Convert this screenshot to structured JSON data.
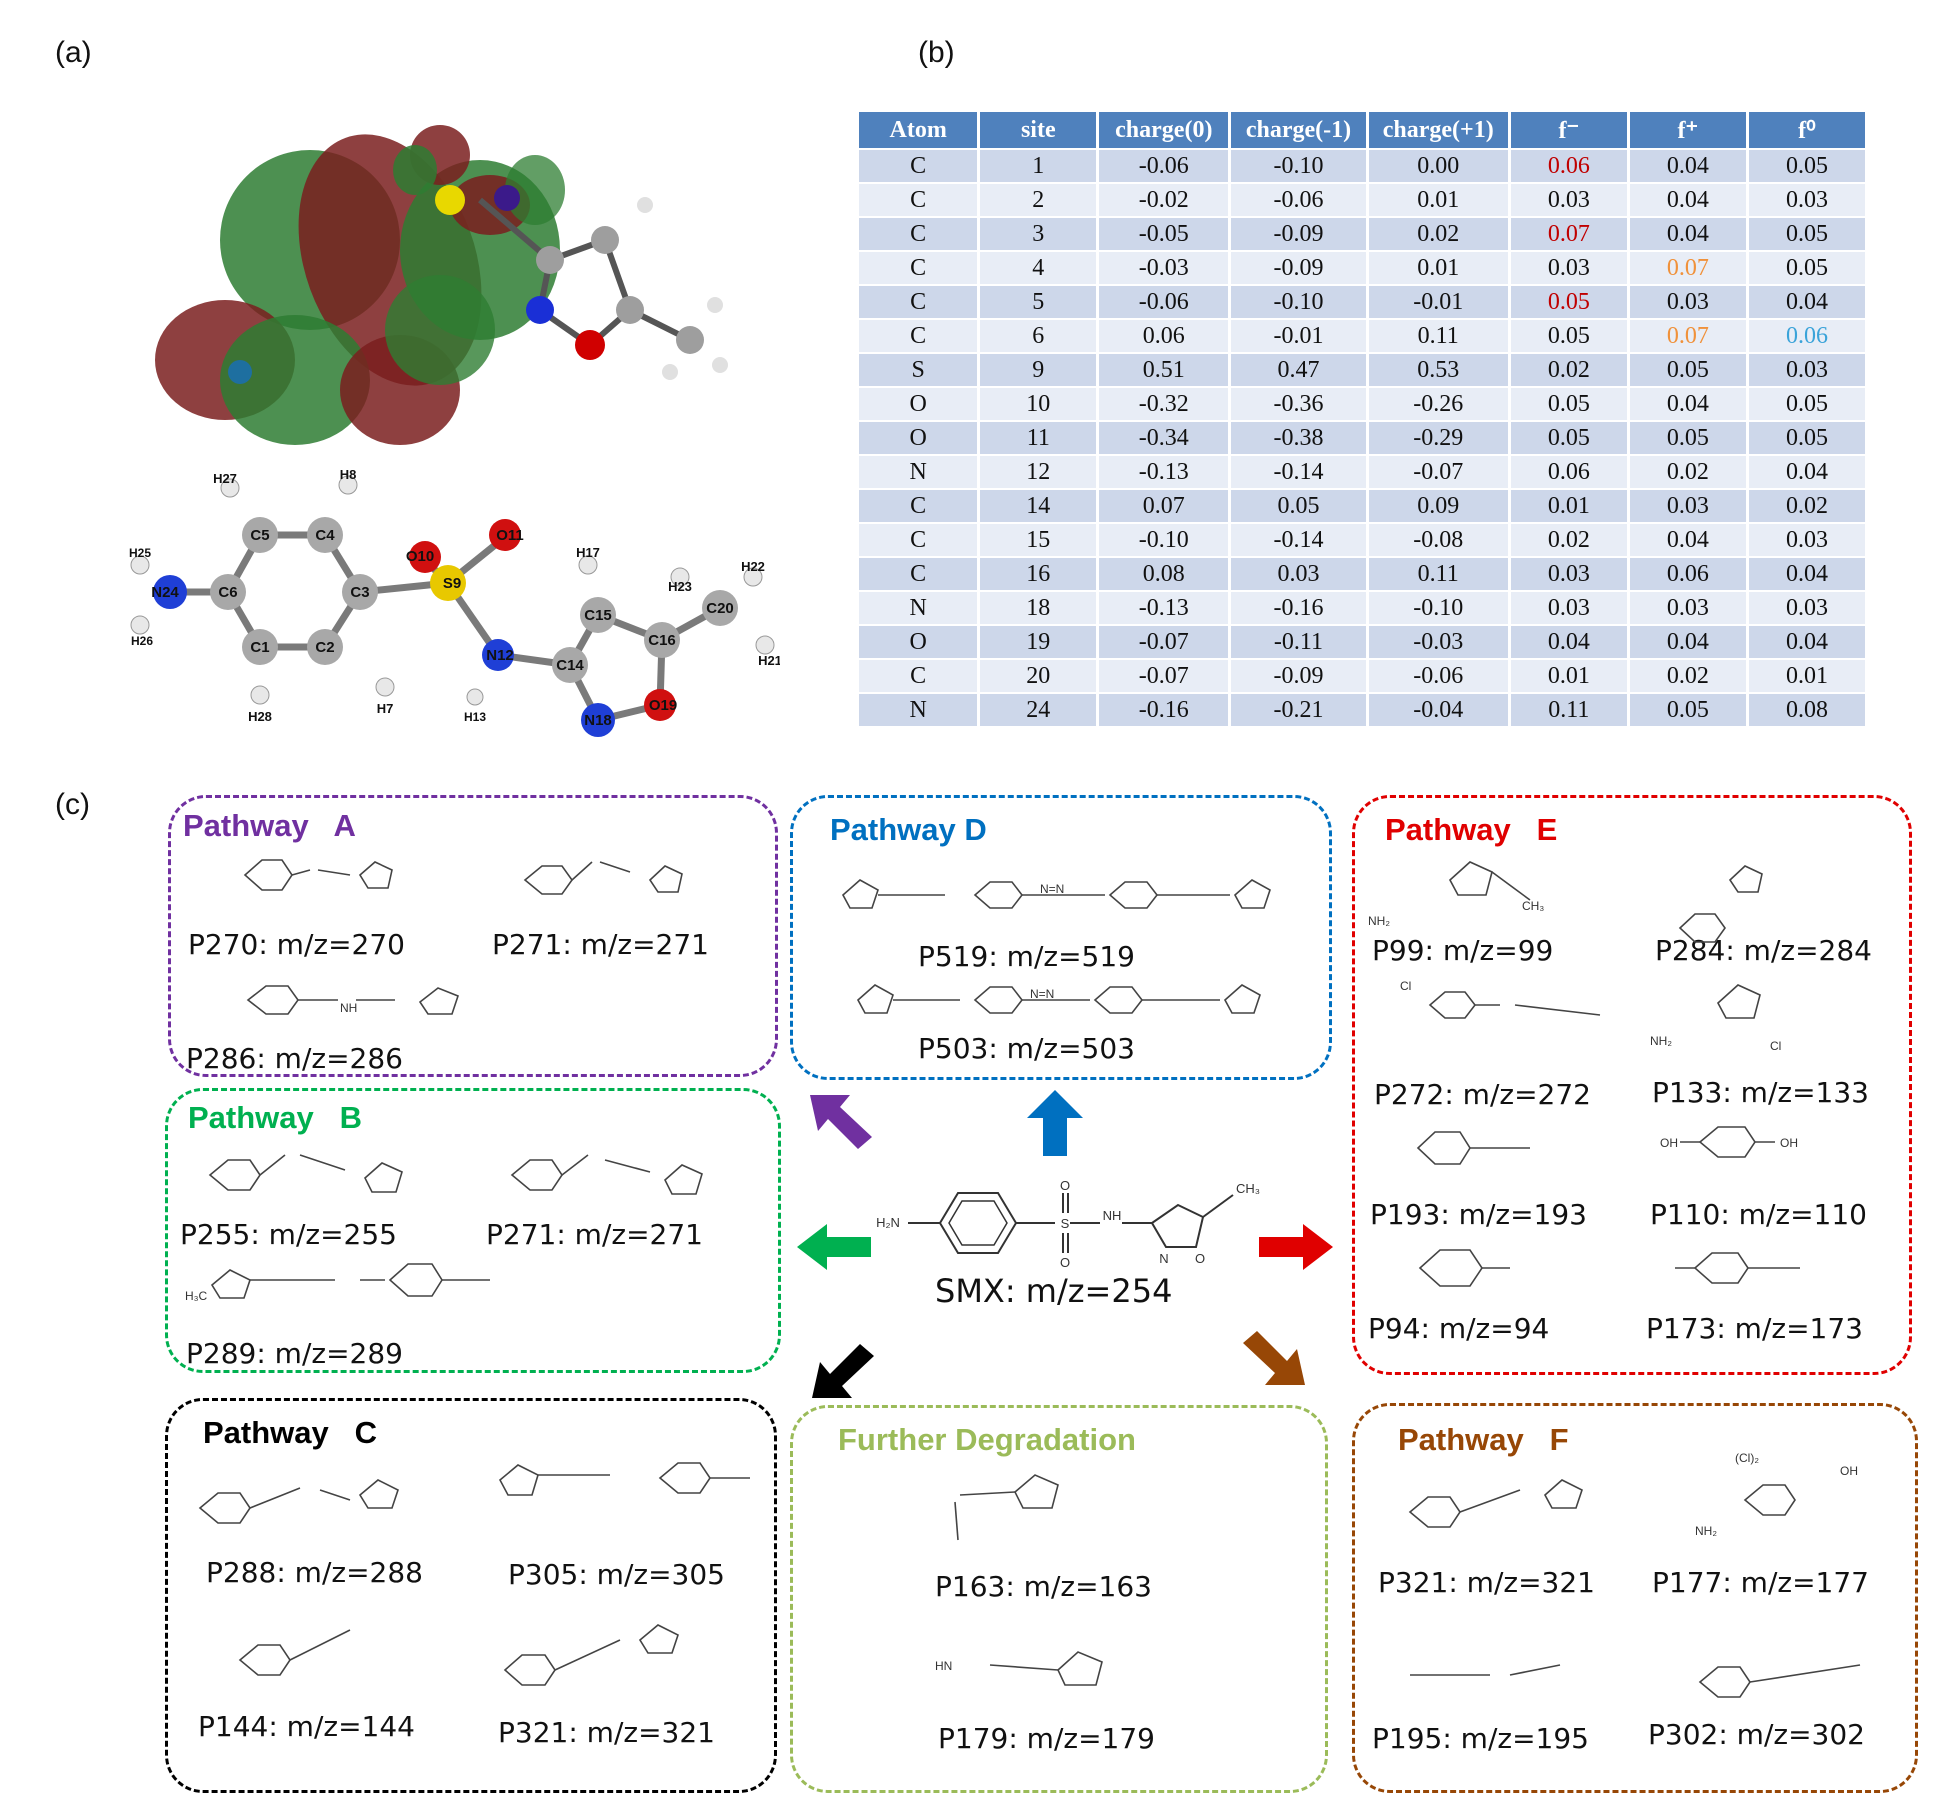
{
  "panels": {
    "a": "(a)",
    "b": "(b)",
    "c": "(c)"
  },
  "molecule_3d": {
    "atoms": [
      "H27",
      "H8",
      "C5",
      "C4",
      "H25",
      "N24",
      "C6",
      "C3",
      "S9",
      "O10",
      "O11",
      "H26",
      "C1",
      "C2",
      "H28",
      "H7",
      "N12",
      "H13",
      "H17",
      "C15",
      "C14",
      "C16",
      "H23",
      "H22",
      "C20",
      "H21",
      "N18",
      "O19"
    ],
    "orbital_colors": {
      "positive": "#7a1f1f",
      "negative": "#2e7d32"
    }
  },
  "table": {
    "headers": [
      "Atom",
      "site",
      "charge(0)",
      "charge(-1)",
      "charge(+1)",
      "f⁻",
      "f⁺",
      "f⁰"
    ],
    "rows": [
      [
        "C",
        "1",
        "-0.06",
        "-0.10",
        "0.00",
        "0.06",
        "0.04",
        "0.05"
      ],
      [
        "C",
        "2",
        "-0.02",
        "-0.06",
        "0.01",
        "0.03",
        "0.04",
        "0.03"
      ],
      [
        "C",
        "3",
        "-0.05",
        "-0.09",
        "0.02",
        "0.07",
        "0.04",
        "0.05"
      ],
      [
        "C",
        "4",
        "-0.03",
        "-0.09",
        "0.01",
        "0.03",
        "0.07",
        "0.05"
      ],
      [
        "C",
        "5",
        "-0.06",
        "-0.10",
        "-0.01",
        "0.05",
        "0.03",
        "0.04"
      ],
      [
        "C",
        "6",
        "0.06",
        "-0.01",
        "0.11",
        "0.05",
        "0.07",
        "0.06"
      ],
      [
        "S",
        "9",
        "0.51",
        "0.47",
        "0.53",
        "0.02",
        "0.05",
        "0.03"
      ],
      [
        "O",
        "10",
        "-0.32",
        "-0.36",
        "-0.26",
        "0.05",
        "0.04",
        "0.05"
      ],
      [
        "O",
        "11",
        "-0.34",
        "-0.38",
        "-0.29",
        "0.05",
        "0.05",
        "0.05"
      ],
      [
        "N",
        "12",
        "-0.13",
        "-0.14",
        "-0.07",
        "0.06",
        "0.02",
        "0.04"
      ],
      [
        "C",
        "14",
        "0.07",
        "0.05",
        "0.09",
        "0.01",
        "0.03",
        "0.02"
      ],
      [
        "C",
        "15",
        "-0.10",
        "-0.14",
        "-0.08",
        "0.02",
        "0.04",
        "0.03"
      ],
      [
        "C",
        "16",
        "0.08",
        "0.03",
        "0.11",
        "0.03",
        "0.06",
        "0.04"
      ],
      [
        "N",
        "18",
        "-0.13",
        "-0.16",
        "-0.10",
        "0.03",
        "0.03",
        "0.03"
      ],
      [
        "O",
        "19",
        "-0.07",
        "-0.11",
        "-0.03",
        "0.04",
        "0.04",
        "0.04"
      ],
      [
        "C",
        "20",
        "-0.07",
        "-0.09",
        "-0.06",
        "0.01",
        "0.02",
        "0.01"
      ],
      [
        "N",
        "24",
        "-0.16",
        "-0.21",
        "-0.04",
        "0.11",
        "0.05",
        "0.08"
      ]
    ],
    "highlights": [
      {
        "row": 0,
        "col": 5,
        "color": "#c00000"
      },
      {
        "row": 2,
        "col": 5,
        "color": "#c00000"
      },
      {
        "row": 3,
        "col": 6,
        "color": "#f0913a"
      },
      {
        "row": 4,
        "col": 5,
        "color": "#c00000"
      },
      {
        "row": 5,
        "col": 6,
        "color": "#f0913a"
      },
      {
        "row": 5,
        "col": 7,
        "color": "#3aa3d9"
      }
    ]
  },
  "pathways": {
    "A": {
      "title": "Pathway   A",
      "color": "#7030a0",
      "products": [
        "P270: m/z=270",
        "P271: m/z=271",
        "P286: m/z=286"
      ]
    },
    "B": {
      "title": "Pathway   B",
      "color": "#00b050",
      "products": [
        "P255: m/z=255",
        "P271: m/z=271",
        "P289: m/z=289"
      ]
    },
    "C": {
      "title": "Pathway   C",
      "color": "#000000",
      "products": [
        "P288: m/z=288",
        "P305: m/z=305",
        "P144: m/z=144",
        "P321: m/z=321"
      ]
    },
    "D": {
      "title": "Pathway D",
      "color": "#0070c0",
      "products": [
        "P519: m/z=519",
        "P503: m/z=503"
      ]
    },
    "E": {
      "title": "Pathway   E",
      "color": "#e00000",
      "products": [
        "P99: m/z=99",
        "P284: m/z=284",
        "P272: m/z=272",
        "P133: m/z=133",
        "P193: m/z=193",
        "P110: m/z=110",
        "P94: m/z=94",
        "P173: m/z=173"
      ]
    },
    "F": {
      "title": "Pathway   F",
      "color": "#974706",
      "products": [
        "P321: m/z=321",
        "P177: m/z=177",
        "P195: m/z=195",
        "P302: m/z=302"
      ]
    },
    "further": {
      "title": "Further Degradation",
      "color": "#9bbb59",
      "products": [
        "P163: m/z=163",
        "P179: m/z=179"
      ]
    }
  },
  "center": {
    "label": "SMX: m/z=254"
  },
  "structure_labels": {
    "methyl": "CH₃",
    "amine": "NH₂",
    "hydroxyl": "OH",
    "chloro": "Cl",
    "h2n": "H₂N",
    "nh": "NH",
    "n": "N",
    "o": "O",
    "s": "S",
    "hn": "HN",
    "n_eq_n": "N=N",
    "h3c": "H₃C",
    "cl2": "(Cl)₂"
  }
}
